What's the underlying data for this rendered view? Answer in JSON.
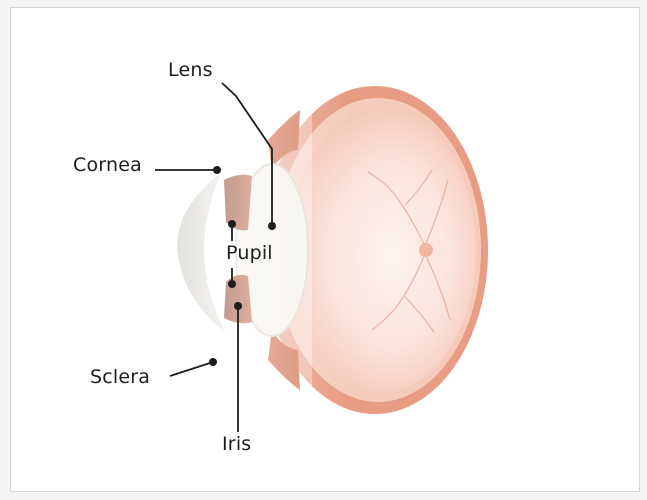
{
  "diagram": {
    "labels": {
      "lens": "Lens",
      "cornea": "Cornea",
      "pupil": "Pupil",
      "sclera": "Sclera",
      "iris": "Iris"
    },
    "colors": {
      "eyeball_edge": "#d98a6f",
      "eyeball_inner": "#fbe4dc",
      "iris_tissue": "#b9725a",
      "cornea_tint": "#d9d6cf",
      "leader_line": "#1d1d1d"
    }
  }
}
